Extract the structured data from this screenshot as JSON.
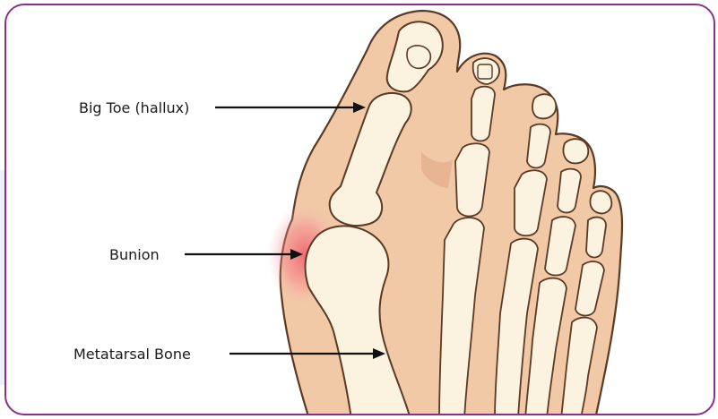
{
  "labels": {
    "big_toe": "Big Toe (hallux)",
    "bunion": "Bunion",
    "metatarsal": "Metatarsal Bone"
  },
  "colors": {
    "frame_border": "#8b2f8e",
    "skin": "#f2c9a6",
    "skin_outline": "#5a3a24",
    "bone": "#fbf3df",
    "bunion_glow": "#f05a6a",
    "arrow": "#111111"
  }
}
